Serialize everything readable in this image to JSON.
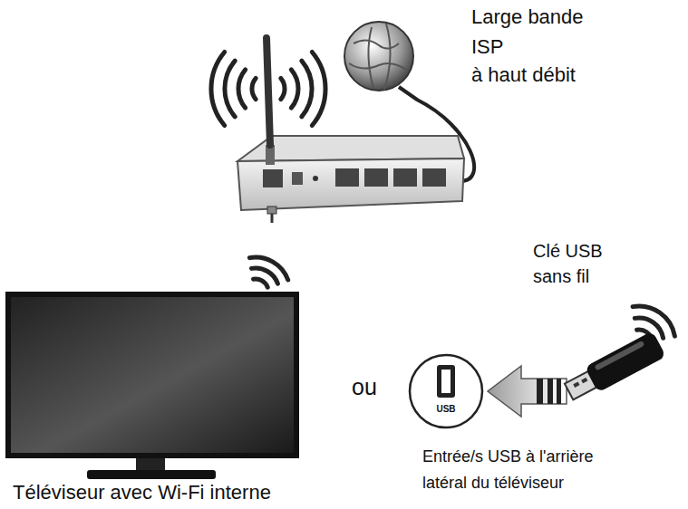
{
  "diagram": {
    "labels": [
      "Large bande",
      "ISP",
      "à haut débit",
      "Clé USB",
      "sans fil",
      "ou",
      "USB",
      "Entrée/s USB à l'arrière",
      "latéral du téléviseur",
      "Téléviseur avec Wi-Fi interne"
    ]
  }
}
